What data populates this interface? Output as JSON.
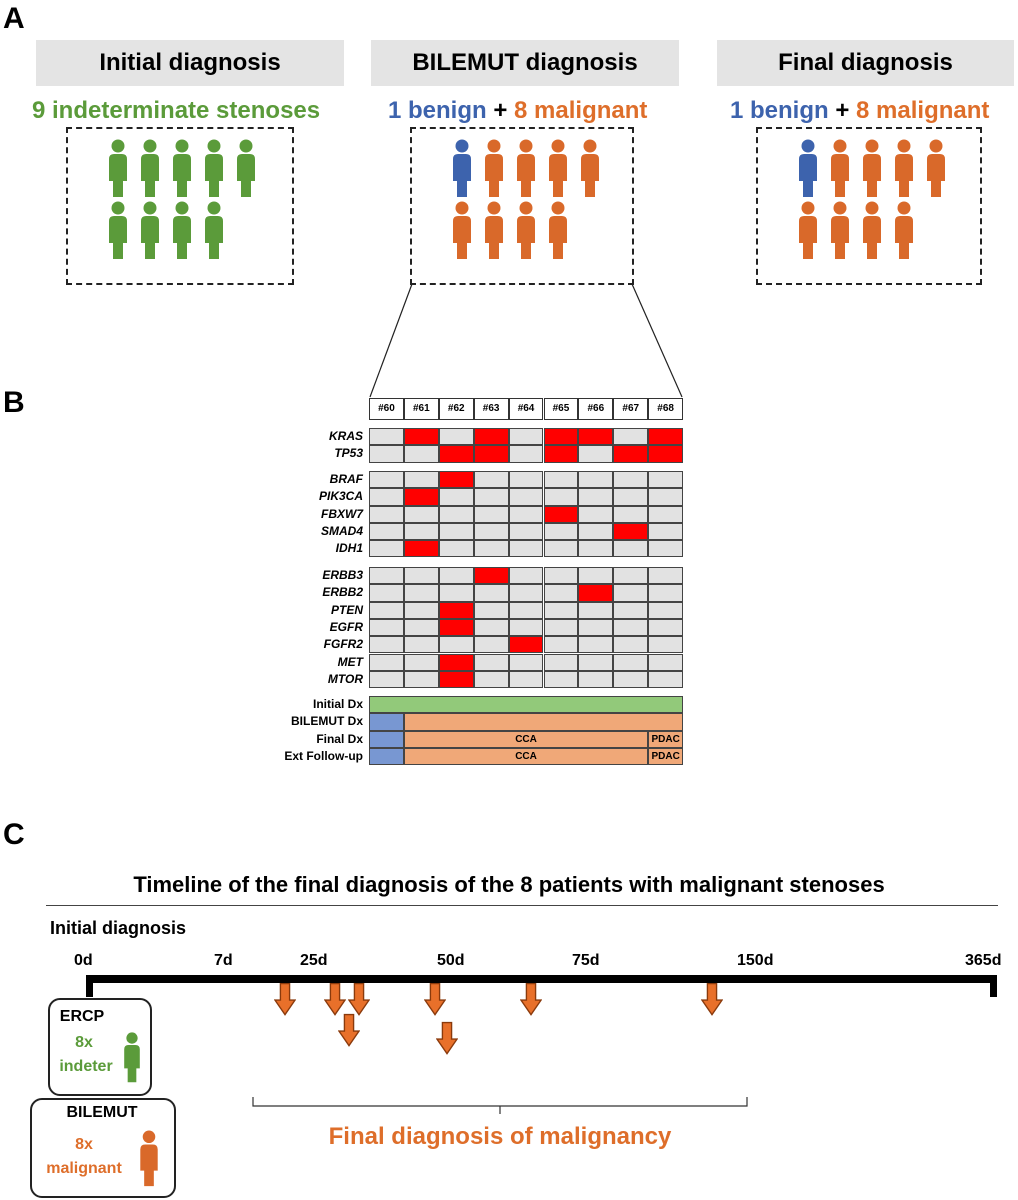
{
  "panelA": {
    "letter": "A",
    "initial": {
      "header": "Initial diagnosis",
      "subtitle": "9 indeterminate stenoses"
    },
    "bilemut": {
      "header": "BILEMUT diagnosis",
      "benign": "1 benign",
      "plus": "+",
      "malignant": "8 malignant"
    },
    "final": {
      "header": "Final diagnosis",
      "benign": "1 benign",
      "plus": "+",
      "malignant": "8 malignant"
    }
  },
  "panelB": {
    "letter": "B",
    "patients": [
      "#60",
      "#61",
      "#62",
      "#63",
      "#64",
      "#65",
      "#66",
      "#67",
      "#68"
    ],
    "groups": [
      {
        "genes": [
          "KRAS",
          "TP53"
        ],
        "mutations": [
          [
            0,
            1,
            0,
            1,
            0,
            1,
            1,
            0,
            1
          ],
          [
            0,
            0,
            1,
            1,
            0,
            1,
            0,
            1,
            1
          ]
        ]
      },
      {
        "genes": [
          "BRAF",
          "PIK3CA",
          "FBXW7",
          "SMAD4",
          "IDH1"
        ],
        "mutations": [
          [
            0,
            0,
            1,
            0,
            0,
            0,
            0,
            0,
            0
          ],
          [
            0,
            1,
            0,
            0,
            0,
            0,
            0,
            0,
            0
          ],
          [
            0,
            0,
            0,
            0,
            0,
            1,
            0,
            0,
            0
          ],
          [
            0,
            0,
            0,
            0,
            0,
            0,
            0,
            1,
            0
          ],
          [
            0,
            1,
            0,
            0,
            0,
            0,
            0,
            0,
            0
          ]
        ]
      },
      {
        "genes": [
          "ERBB3",
          "ERBB2",
          "PTEN",
          "EGFR",
          "FGFR2",
          "MET",
          "MTOR"
        ],
        "mutations": [
          [
            0,
            0,
            0,
            1,
            0,
            0,
            0,
            0,
            0
          ],
          [
            0,
            0,
            0,
            0,
            0,
            0,
            1,
            0,
            0
          ],
          [
            0,
            0,
            1,
            0,
            0,
            0,
            0,
            0,
            0
          ],
          [
            0,
            0,
            1,
            0,
            0,
            0,
            0,
            0,
            0
          ],
          [
            0,
            0,
            0,
            0,
            1,
            0,
            0,
            0,
            0
          ],
          [
            0,
            0,
            1,
            0,
            0,
            0,
            0,
            0,
            0
          ],
          [
            0,
            0,
            1,
            0,
            0,
            0,
            0,
            0,
            0
          ]
        ]
      }
    ],
    "dx_rows": [
      {
        "label": "Initial Dx",
        "segments": [
          {
            "span": 9,
            "color": "#92c97a",
            "text": ""
          }
        ]
      },
      {
        "label": "BILEMUT Dx",
        "segments": [
          {
            "span": 1,
            "color": "#7897d2",
            "text": ""
          },
          {
            "span": 8,
            "color": "#f0a878",
            "text": ""
          }
        ]
      },
      {
        "label": "Final Dx",
        "segments": [
          {
            "span": 1,
            "color": "#7897d2",
            "text": ""
          },
          {
            "span": 7,
            "color": "#f0a878",
            "text": "CCA"
          },
          {
            "span": 1,
            "color": "#f0a878",
            "text": "PDAC"
          }
        ]
      },
      {
        "label": "Ext Follow-up",
        "segments": [
          {
            "span": 1,
            "color": "#7897d2",
            "text": ""
          },
          {
            "span": 7,
            "color": "#f0a878",
            "text": "CCA"
          },
          {
            "span": 1,
            "color": "#f0a878",
            "text": "PDAC"
          }
        ]
      }
    ],
    "colors": {
      "mutated": "#ff0000",
      "wildtype": "#e2e2e2"
    }
  },
  "panelC": {
    "letter": "C",
    "title": "Timeline of the final diagnosis of the 8 patients with malignant stenoses",
    "initial_label": "Initial diagnosis",
    "ticks": [
      "0d",
      "7d",
      "25d",
      "50d",
      "75d",
      "150d",
      "365d"
    ],
    "ercp": {
      "title": "ERCP",
      "count": "8x",
      "status": "indeter"
    },
    "bilemut": {
      "title": "BILEMUT",
      "count": "8x",
      "status": "malignant"
    },
    "caption": "Final diagnosis of malignancy"
  },
  "colors": {
    "green": "#5b9b3a",
    "blue": "#3d63ad",
    "orange": "#de6e2a"
  }
}
